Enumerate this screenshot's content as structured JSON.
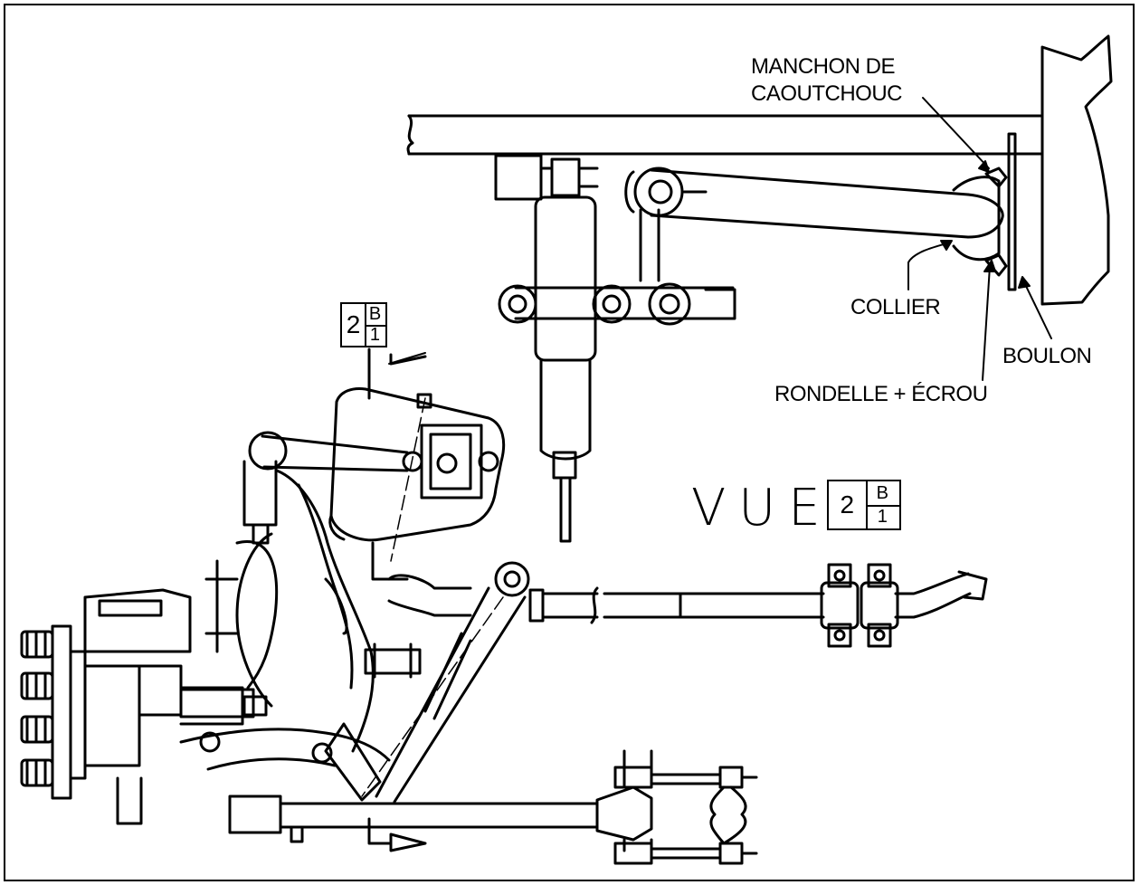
{
  "labels": {
    "manchon_line1": "MANCHON DE",
    "manchon_line2": "CAOUTCHOUC",
    "collier": "COLLIER",
    "boulon": "BOULON",
    "rondelle": "RONDELLE + ÉCROU"
  },
  "view": {
    "word": "VUE",
    "ref_number": "2",
    "ref_top": "B",
    "ref_bottom": "1"
  },
  "section_marker": {
    "ref_number": "2",
    "ref_top": "B",
    "ref_bottom": "1"
  }
}
